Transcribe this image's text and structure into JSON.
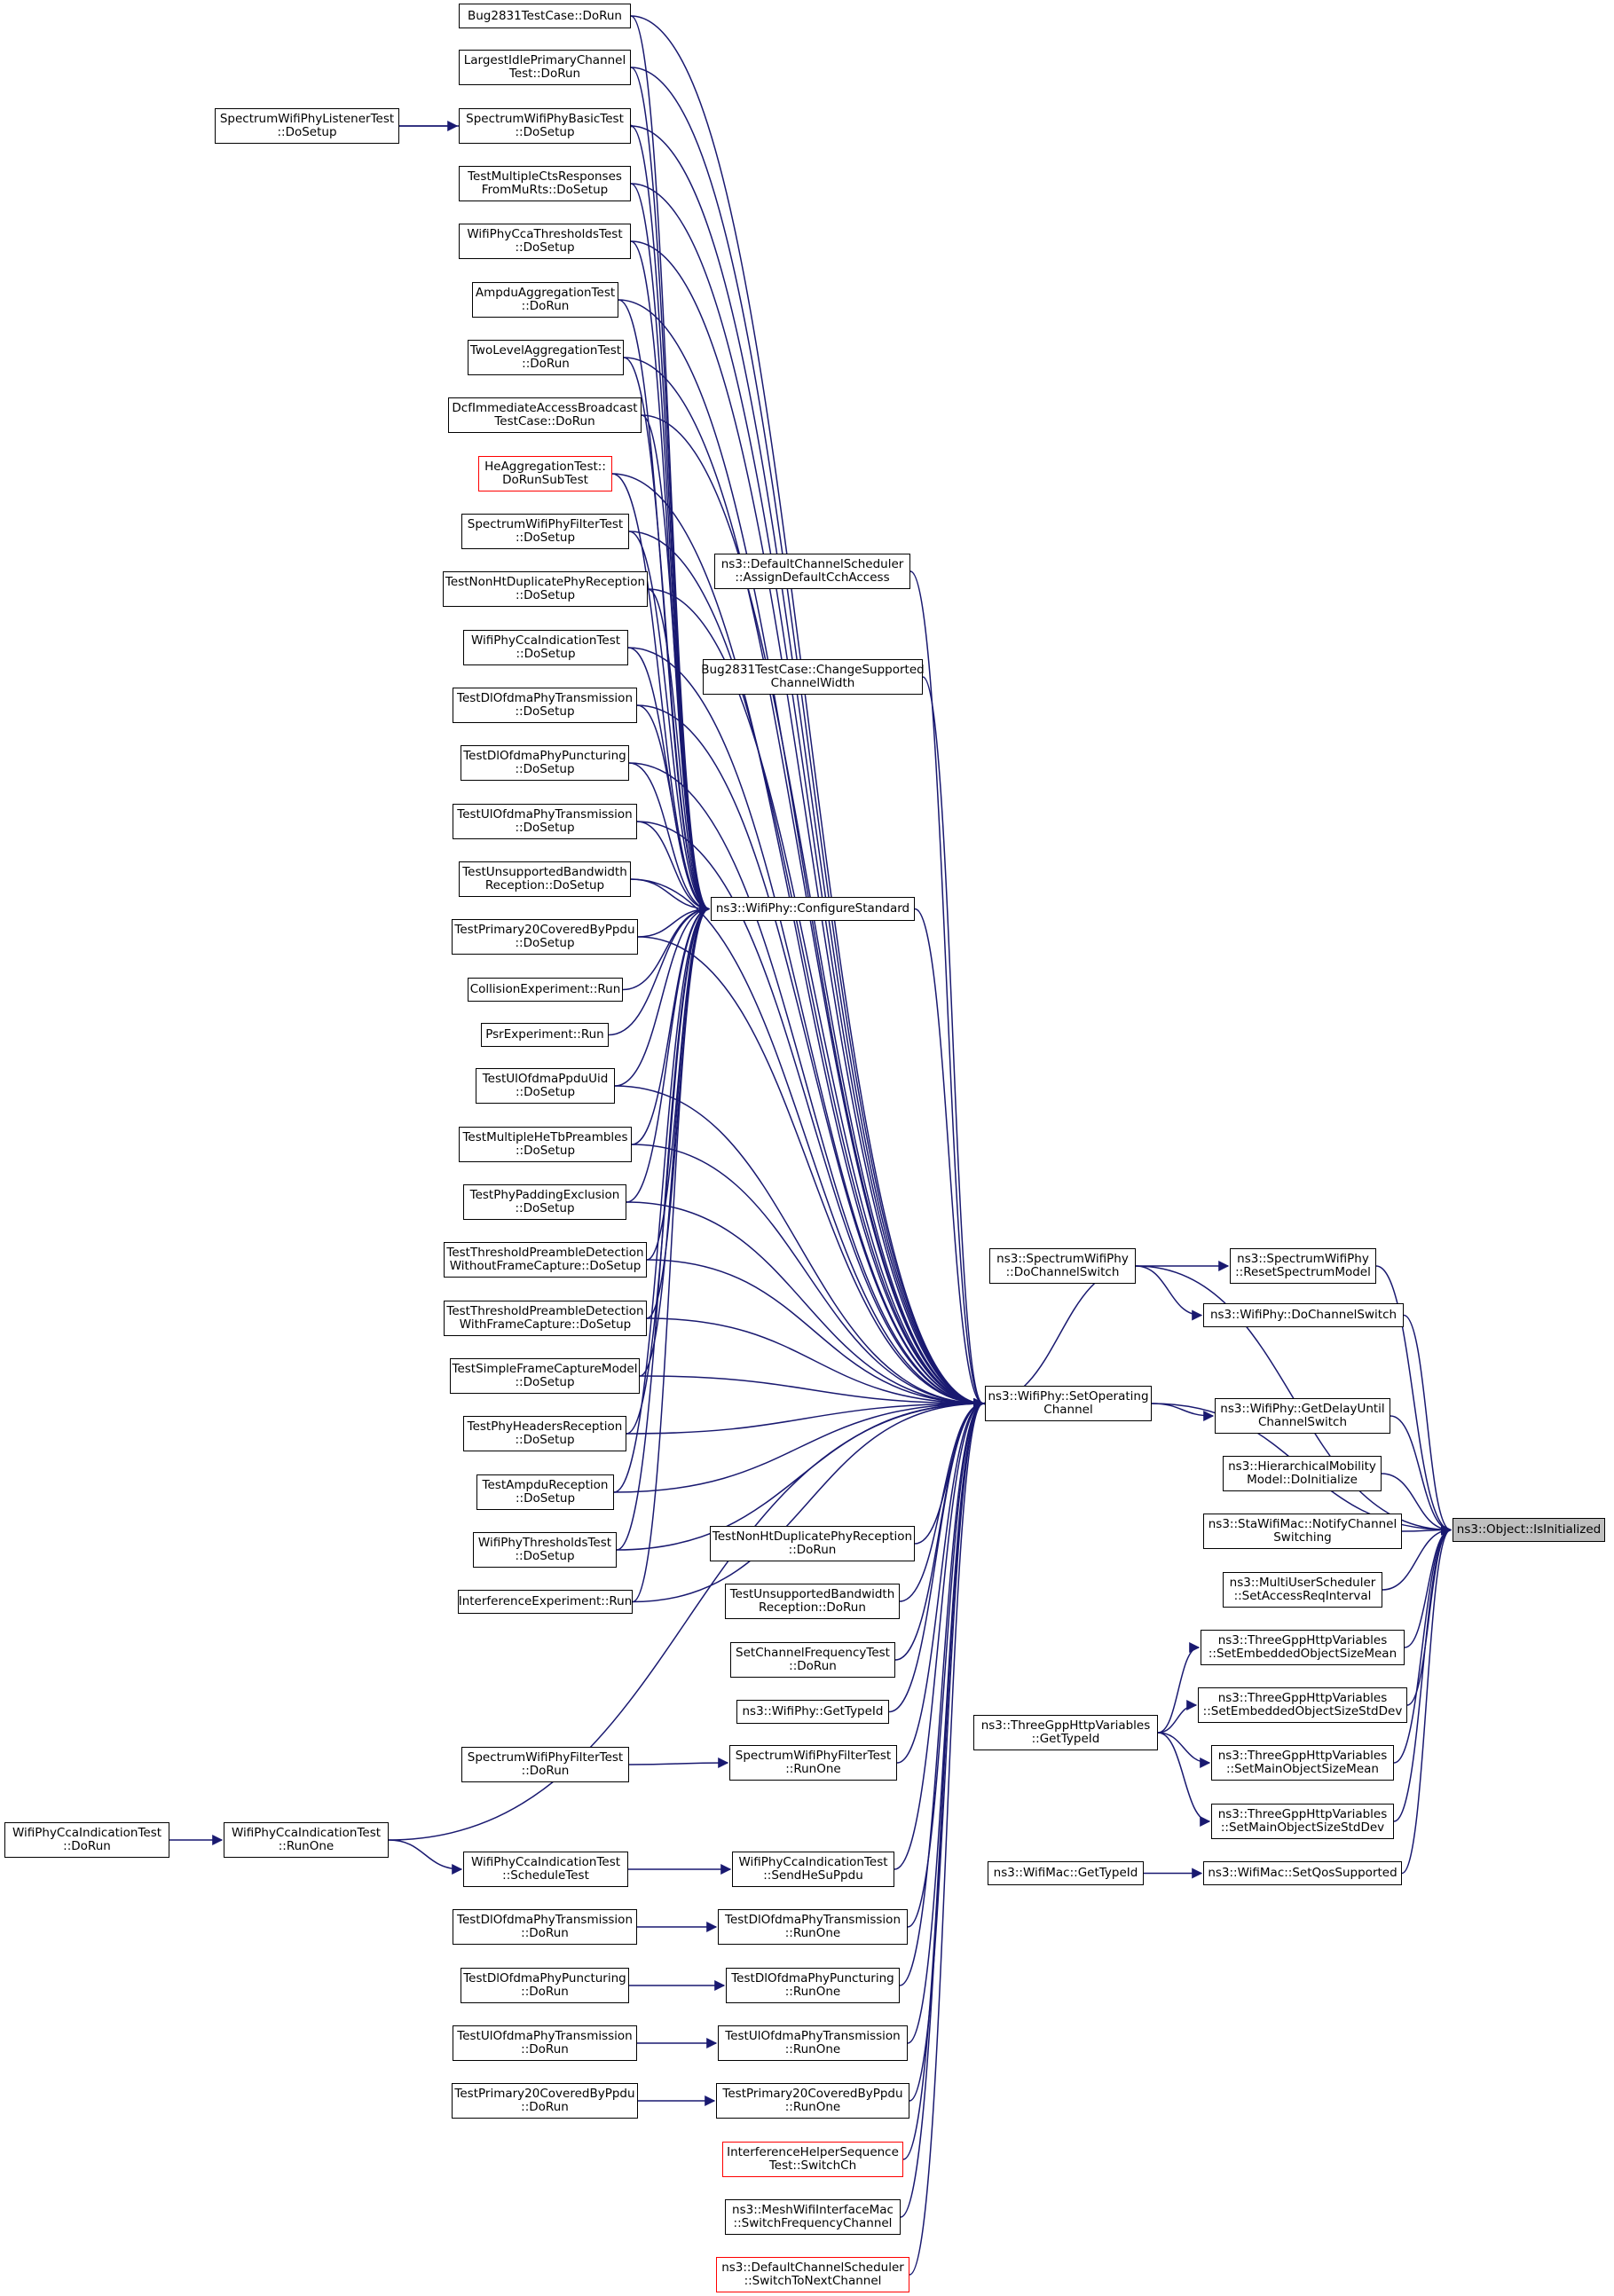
{
  "nodes": {
    "bug2831_dorun": "Bug2831TestCase::DoRun",
    "largest_idle": "LargestIdlePrimaryChannel\nTest::DoRun",
    "listener_dosetup": "SpectrumWifiPhyListenerTest\n::DoSetup",
    "basic_dosetup": "SpectrumWifiPhyBasicTest\n::DoSetup",
    "multi_cts": "TestMultipleCtsResponses\nFromMuRts::DoSetup",
    "cca_thresholds": "WifiPhyCcaThresholdsTest\n::DoSetup",
    "ampdu_agg": "AmpduAggregationTest\n::DoRun",
    "two_level": "TwoLevelAggregationTest\n::DoRun",
    "dcf_immediate": "DcfImmediateAccessBroadcast\nTestCase::DoRun",
    "he_agg": "HeAggregationTest::\nDoRunSubTest",
    "filter_dosetup": "SpectrumWifiPhyFilterTest\n::DoSetup",
    "nonht_dup_dosetup": "TestNonHtDuplicatePhyReception\n::DoSetup",
    "cca_indication_dosetup": "WifiPhyCcaIndicationTest\n::DoSetup",
    "dl_ofdma_tx_dosetup": "TestDlOfdmaPhyTransmission\n::DoSetup",
    "dl_ofdma_punct_dosetup": "TestDlOfdmaPhyPuncturing\n::DoSetup",
    "ul_ofdma_tx_dosetup": "TestUlOfdmaPhyTransmission\n::DoSetup",
    "unsupported_bw_dosetup": "TestUnsupportedBandwidth\nReception::DoSetup",
    "primary20_dosetup": "TestPrimary20CoveredByPpdu\n::DoSetup",
    "collision_run": "CollisionExperiment::Run",
    "psr_run": "PsrExperiment::Run",
    "ul_ofdma_ppdu_uid": "TestUlOfdmaPpduUid\n::DoSetup",
    "multiple_he_tb": "TestMultipleHeTbPreambles\n::DoSetup",
    "padding_exclusion": "TestPhyPaddingExclusion\n::DoSetup",
    "threshold_without": "TestThresholdPreambleDetection\nWithoutFrameCapture::DoSetup",
    "threshold_with": "TestThresholdPreambleDetection\nWithFrameCapture::DoSetup",
    "simple_frame_capture": "TestSimpleFrameCaptureModel\n::DoSetup",
    "phy_headers": "TestPhyHeadersReception\n::DoSetup",
    "ampdu_reception": "TestAmpduReception\n::DoSetup",
    "wifi_phy_thresholds": "WifiPhyThresholdsTest\n::DoSetup",
    "interference_run": "InterferenceExperiment::Run",
    "filter_dorun": "SpectrumWifiPhyFilterTest\n::DoRun",
    "cca_ind_dorun": "WifiPhyCcaIndicationTest\n::DoRun",
    "cca_ind_runone": "WifiPhyCcaIndicationTest\n::RunOne",
    "cca_ind_schedule": "WifiPhyCcaIndicationTest\n::ScheduleTest",
    "dl_ofdma_tx_dorun": "TestDlOfdmaPhyTransmission\n::DoRun",
    "dl_ofdma_punct_dorun": "TestDlOfdmaPhyPuncturing\n::DoRun",
    "ul_ofdma_tx_dorun": "TestUlOfdmaPhyTransmission\n::DoRun",
    "primary20_dorun": "TestPrimary20CoveredByPpdu\n::DoRun",
    "default_assign": "ns3::DefaultChannelScheduler\n::AssignDefaultCchAccess",
    "bug2831_change": "Bug2831TestCase::ChangeSupported\nChannelWidth",
    "configure_standard": "ns3::WifiPhy::ConfigureStandard",
    "nonht_dup_dorun": "TestNonHtDuplicatePhyReception\n::DoRun",
    "unsupported_bw_dorun": "TestUnsupportedBandwidth\nReception::DoRun",
    "set_channel_freq": "SetChannelFrequencyTest\n::DoRun",
    "wifiphy_gettypeid": "ns3::WifiPhy::GetTypeId",
    "filter_runone": "SpectrumWifiPhyFilterTest\n::RunOne",
    "cca_send_he_su": "WifiPhyCcaIndicationTest\n::SendHeSuPpdu",
    "dl_ofdma_tx_runone": "TestDlOfdmaPhyTransmission\n::RunOne",
    "dl_ofdma_punct_runone": "TestDlOfdmaPhyPuncturing\n::RunOne",
    "ul_ofdma_tx_runone": "TestUlOfdmaPhyTransmission\n::RunOne",
    "primary20_runone": "TestPrimary20CoveredByPpdu\n::RunOne",
    "interference_helper": "InterferenceHelperSequence\nTest::SwitchCh",
    "mesh_switch": "ns3::MeshWifiInterfaceMac\n::SwitchFrequencyChannel",
    "default_switch_next": "ns3::DefaultChannelScheduler\n::SwitchToNextChannel",
    "spectrum_do_channel_switch": "ns3::SpectrumWifiPhy\n::DoChannelSwitch",
    "set_operating_channel": "ns3::WifiPhy::SetOperating\nChannel",
    "threegpp_gettypeid": "ns3::ThreeGppHttpVariables\n::GetTypeId",
    "wifimac_gettypeid": "ns3::WifiMac::GetTypeId",
    "reset_spectrum_model": "ns3::SpectrumWifiPhy\n::ResetSpectrumModel",
    "wifiphy_do_channel_switch": "ns3::WifiPhy::DoChannelSwitch",
    "get_delay_until": "ns3::WifiPhy::GetDelayUntil\nChannelSwitch",
    "hierarchical_mobility": "ns3::HierarchicalMobility\nModel::DoInitialize",
    "sta_wifi_mac": "ns3::StaWifiMac::NotifyChannel\nSwitching",
    "multi_user_scheduler": "ns3::MultiUserScheduler\n::SetAccessReqInterval",
    "set_embedded_mean": "ns3::ThreeGppHttpVariables\n::SetEmbeddedObjectSizeMean",
    "set_embedded_stddev": "ns3::ThreeGppHttpVariables\n::SetEmbeddedObjectSizeStdDev",
    "set_main_mean": "ns3::ThreeGppHttpVariables\n::SetMainObjectSizeMean",
    "set_main_stddev": "ns3::ThreeGppHttpVariables\n::SetMainObjectSizeStdDev",
    "set_qos_supported": "ns3::WifiMac::SetQosSupported",
    "object_is_initialized": "ns3::Object::IsInitialized"
  },
  "colors": {
    "edge": "#191970",
    "node_border": "#000000",
    "highlight_border": "#ff0000",
    "root_fill": "#bfbfbf"
  }
}
